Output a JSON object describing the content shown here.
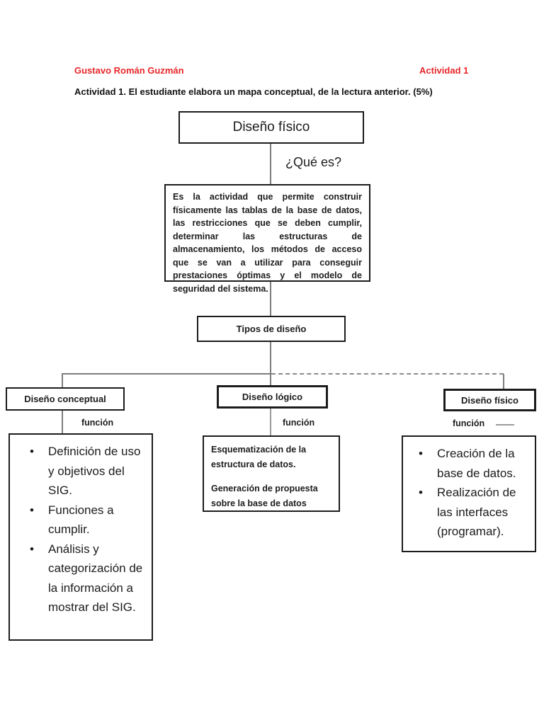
{
  "header": {
    "author": "Gustavo Román Guzmán",
    "activity": "Actividad 1",
    "instruction": "Actividad 1. El estudiante elabora un mapa conceptual, de la lectura anterior. (5%)"
  },
  "diagram": {
    "root_title": "Diseño físico",
    "question": "¿Qué es?",
    "definition": "Es la actividad que permite construir físicamente las tablas de la base de datos, las restricciones que se deben cumplir, determinar las estructuras de almacenamiento, los métodos de acceso que se van a utilizar para conseguir prestaciones óptimas y el modelo de seguridad del sistema.",
    "types_title": "Tipos de diseño",
    "branches": [
      {
        "title": "Diseño conceptual",
        "connector_label": "función",
        "items": [
          "Definición de uso y objetivos del SIG.",
          "Funciones a cumplir.",
          "Análisis y categorización de la información a mostrar del SIG."
        ]
      },
      {
        "title": "Diseño lógico",
        "connector_label": "función",
        "paragraphs": [
          "Esquematización de la estructura de datos.",
          "Generación de propuesta sobre la base de datos"
        ]
      },
      {
        "title": "Diseño físico",
        "connector_label": "función",
        "items": [
          "Creación de la base de datos.",
          "Realización de las interfaces (programar)."
        ]
      }
    ]
  },
  "colors": {
    "accent_red": "#e8262a",
    "line_gray": "#7d7d7d",
    "border_black": "#1c1c1c"
  }
}
